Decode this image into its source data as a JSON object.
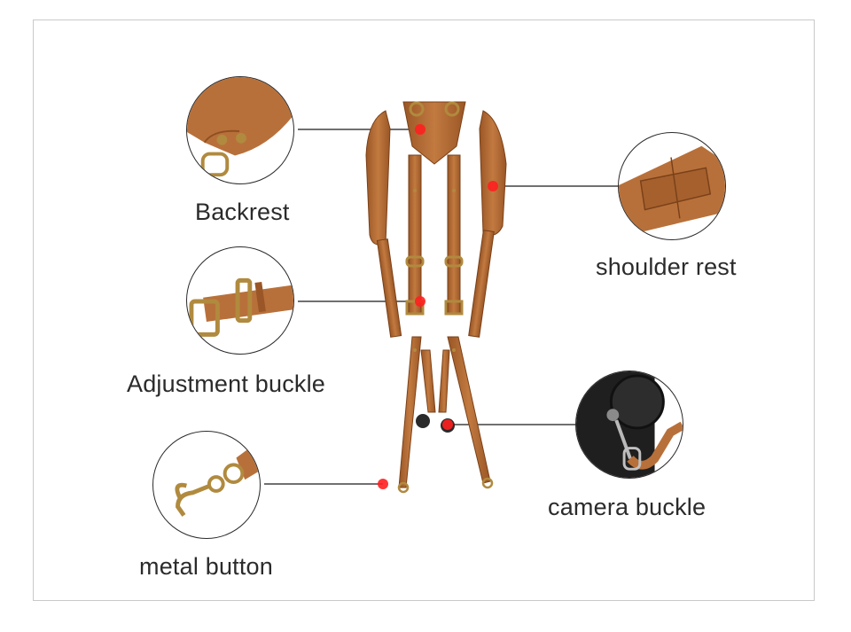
{
  "callouts": {
    "backrest": "Backrest",
    "shoulder_rest": "shoulder rest",
    "adjustment_buckle": "Adjustment buckle",
    "camera_buckle": "camera buckle",
    "metal_button": "metal button"
  },
  "colors": {
    "leather": "#b8703a",
    "leather_dark": "#8f4f22",
    "brass": "#b08a3e",
    "marker": "#ff1f1f",
    "leader_line": "#1a1a1a",
    "frame": "#c9c9c9"
  }
}
